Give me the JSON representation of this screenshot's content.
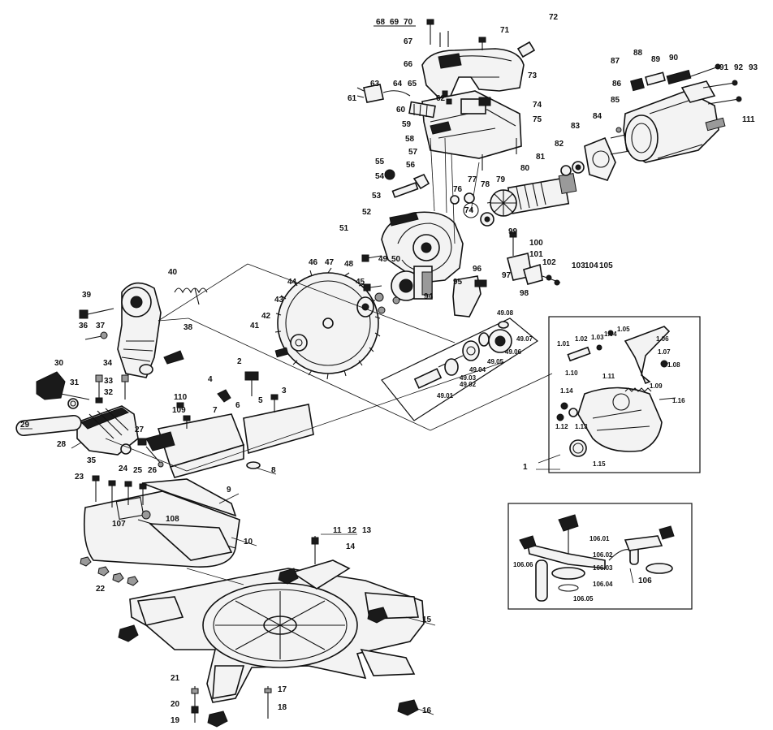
{
  "diagram": {
    "labels": {
      "l1": "1",
      "l2": "2",
      "l3": "3",
      "l4": "4",
      "l5": "5",
      "l6": "6",
      "l7": "7",
      "l8": "8",
      "l9": "9",
      "l10": "10",
      "l11": "11",
      "l12": "12",
      "l13": "13",
      "l14": "14",
      "l15": "15",
      "l16": "16",
      "l17": "17",
      "l18": "18",
      "l19": "19",
      "l20": "20",
      "l21": "21",
      "l22": "22",
      "l23": "23",
      "l24": "24",
      "l25": "25",
      "l26": "26",
      "l27": "27",
      "l28": "28",
      "l29": "29",
      "l30": "30",
      "l31": "31",
      "l32": "32",
      "l33": "33",
      "l34": "34",
      "l35": "35",
      "l36": "36",
      "l37": "37",
      "l38": "38",
      "l39": "39",
      "l40": "40",
      "l41": "41",
      "l42": "42",
      "l43": "43",
      "l44": "44",
      "l45": "45",
      "l46": "46",
      "l47": "47",
      "l48": "48",
      "l49": "49",
      "l50": "50",
      "l51": "51",
      "l52": "52",
      "l53": "53",
      "l54": "54",
      "l55": "55",
      "l56": "56",
      "l57": "57",
      "l58": "58",
      "l59": "59",
      "l60": "60",
      "l61": "61",
      "l62": "62",
      "l63": "63",
      "l64": "64",
      "l65": "65",
      "l66": "66",
      "l67": "67",
      "l68": "68",
      "l69": "69",
      "l70": "70",
      "l71": "71",
      "l72": "72",
      "l73": "73",
      "l74": "74",
      "l75": "75",
      "l76": "76",
      "l77": "77",
      "l78": "78",
      "l79": "79",
      "l80": "80",
      "l81": "81",
      "l82": "82",
      "l83": "83",
      "l84": "84",
      "l85": "85",
      "l86": "86",
      "l87": "87",
      "l88": "88",
      "l89": "89",
      "l90": "90",
      "l91": "91",
      "l92": "92",
      "l93": "93",
      "l94": "94",
      "l95": "95",
      "l96": "96",
      "l97": "97",
      "l98": "98",
      "l99": "99",
      "l100": "100",
      "l101": "101",
      "l102": "102",
      "l103": "103",
      "l104": "104",
      "l105": "105",
      "l106": "106",
      "l107": "107",
      "l108": "108",
      "l109": "109",
      "l110": "110",
      "l111": "111",
      "l4901": "49.01",
      "l4902": "49.02",
      "l4903": "49.03",
      "l4904": "49.04",
      "l4905": "49.05",
      "l4906": "49.06",
      "l4907": "49.07",
      "l4908": "49.08",
      "l101b": "1.01",
      "l102b": "1.02",
      "l103b": "1.03",
      "l104b": "1.04",
      "l105b": "1.05",
      "l106b": "1.06",
      "l107b": "1.07",
      "l108b": "1.08",
      "l109b": "1.09",
      "l110b": "1.10",
      "l111b": "1.11",
      "l112b": "1.12",
      "l113b": "1.13",
      "l114b": "1.14",
      "l115b": "1.15",
      "l116b": "1.16",
      "l10601": "106.01",
      "l10602": "106.02",
      "l10603": "106.03",
      "l10604": "106.04",
      "l10605": "106.05",
      "l10606": "106.06"
    }
  }
}
